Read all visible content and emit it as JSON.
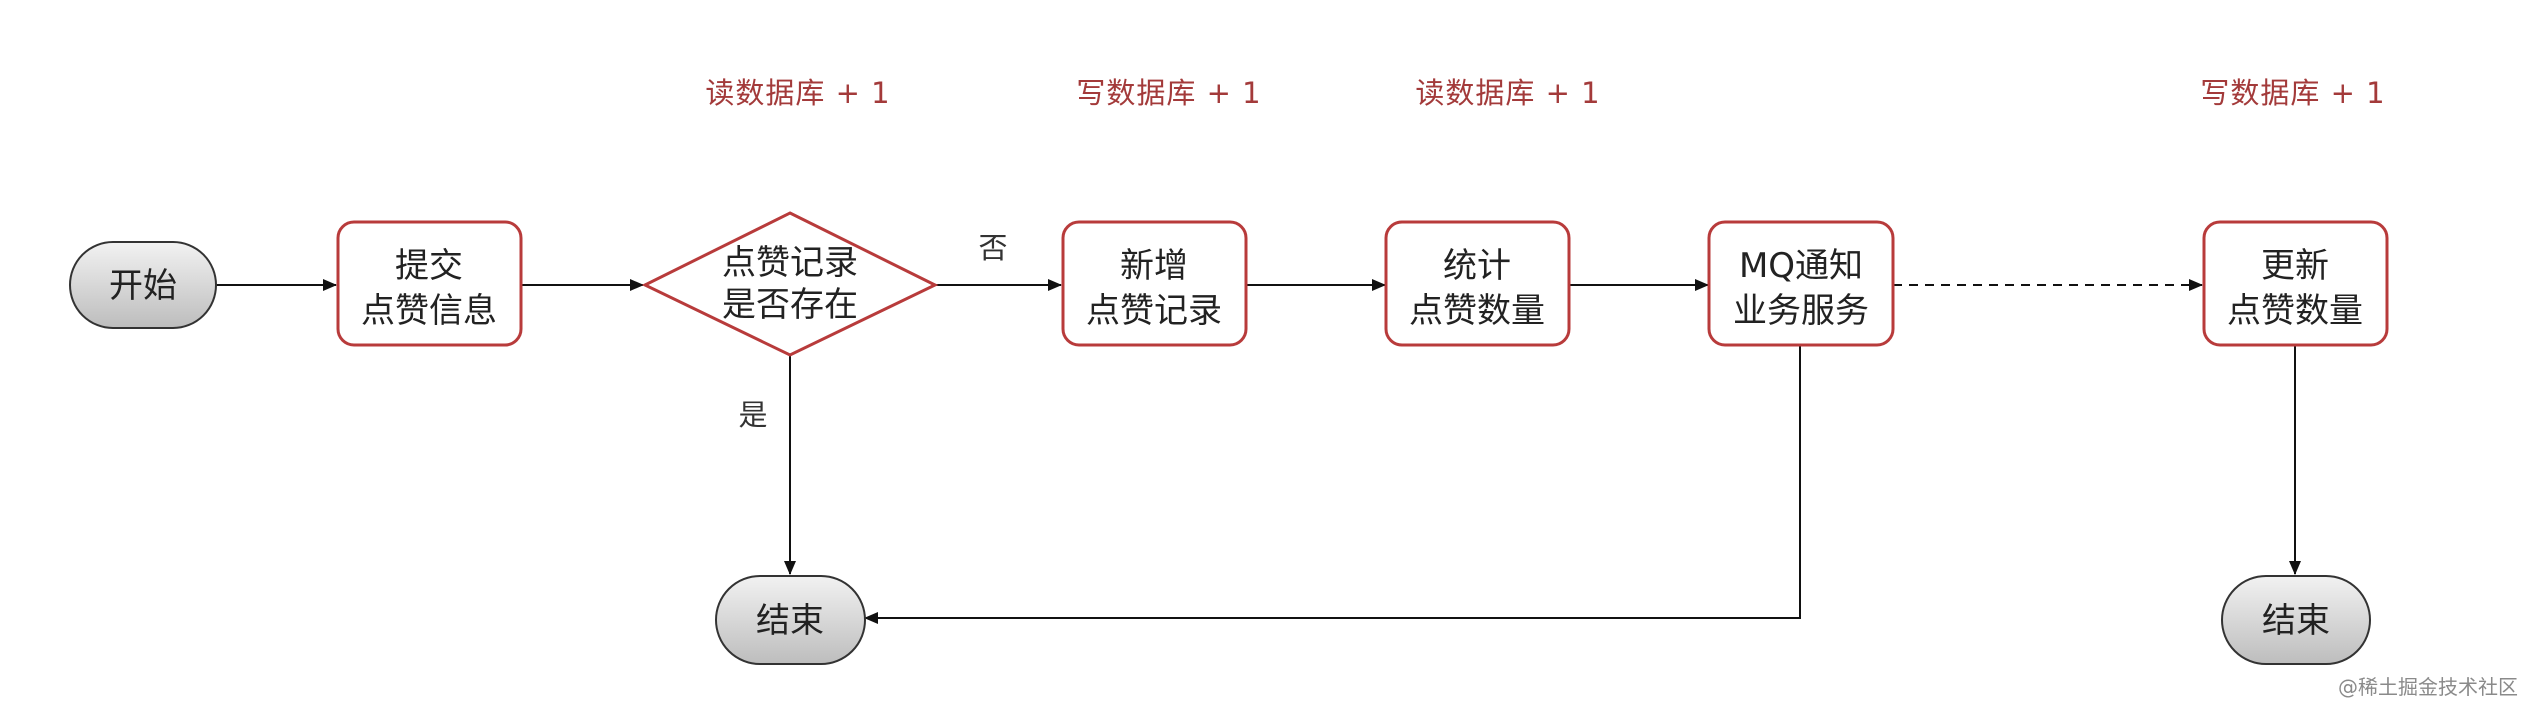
{
  "colors": {
    "box_border": "#b83b3b",
    "note_text": "#a33a3a",
    "terminal_fill": "#cfcfcf",
    "line": "#111111"
  },
  "nodes": {
    "start": {
      "label": "开始"
    },
    "submit": {
      "line1": "提交",
      "line2": "点赞信息"
    },
    "decision": {
      "line1": "点赞记录",
      "line2": "是否存在"
    },
    "add_record": {
      "line1": "新增",
      "line2": "点赞记录"
    },
    "count": {
      "line1": "统计",
      "line2": "点赞数量"
    },
    "mq_notify": {
      "line1": "MQ通知",
      "line2": "业务服务"
    },
    "update_count": {
      "line1": "更新",
      "line2": "点赞数量"
    },
    "end_left": {
      "label": "结束"
    },
    "end_right": {
      "label": "结束"
    }
  },
  "notes": {
    "read_db_1": "读数据库 + 1",
    "write_db_1": "写数据库 + 1",
    "read_db_2": "读数据库 + 1",
    "write_db_2": "写数据库 + 1"
  },
  "edge_labels": {
    "no": "否",
    "yes": "是"
  },
  "watermark": "@稀土掘金技术社区"
}
